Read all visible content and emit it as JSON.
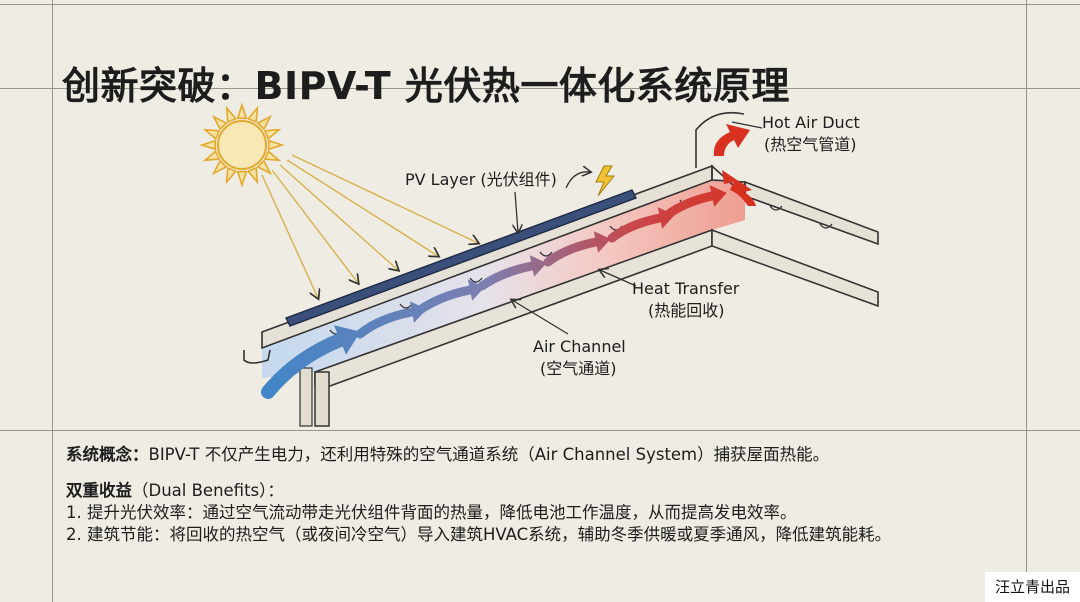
{
  "title": "创新突破：BIPV-T 光伏热一体化系统原理",
  "diagram": {
    "labels": {
      "pv_layer": "PV Layer (光伏组件)",
      "hot_air_duct": "Hot Air Duct",
      "hot_air_duct_cn": "(热空气管道)",
      "heat_transfer": "Heat Transfer",
      "heat_transfer_cn": "(热能回收)",
      "air_channel": "Air Channel",
      "air_channel_cn": "(空气通道)"
    },
    "icons": [
      "sun-icon",
      "lightning-icon"
    ],
    "colors": {
      "cool": "#4a86c8",
      "warm": "#d83a2a",
      "sun": "#e9b63a",
      "panel": "#3a4f7a"
    }
  },
  "description": {
    "concept_label": "系统概念：",
    "concept_text": "BIPV-T 不仅产生电力，还利用特殊的空气通道系统（Air Channel System）捕获屋面热能。",
    "benefits_label": "双重收益",
    "benefits_suffix": "（Dual Benefits）：",
    "items": [
      "1. 提升光伏效率：通过空气流动带走光伏组件背面的热量，降低电池工作温度，从而提高发电效率。",
      "2. 建筑节能：将回收的热空气（或夜间冷空气）导入建筑HVAC系统，辅助冬季供暖或夏季通风，降低建筑能耗。"
    ]
  },
  "watermark": "汪立青出品"
}
